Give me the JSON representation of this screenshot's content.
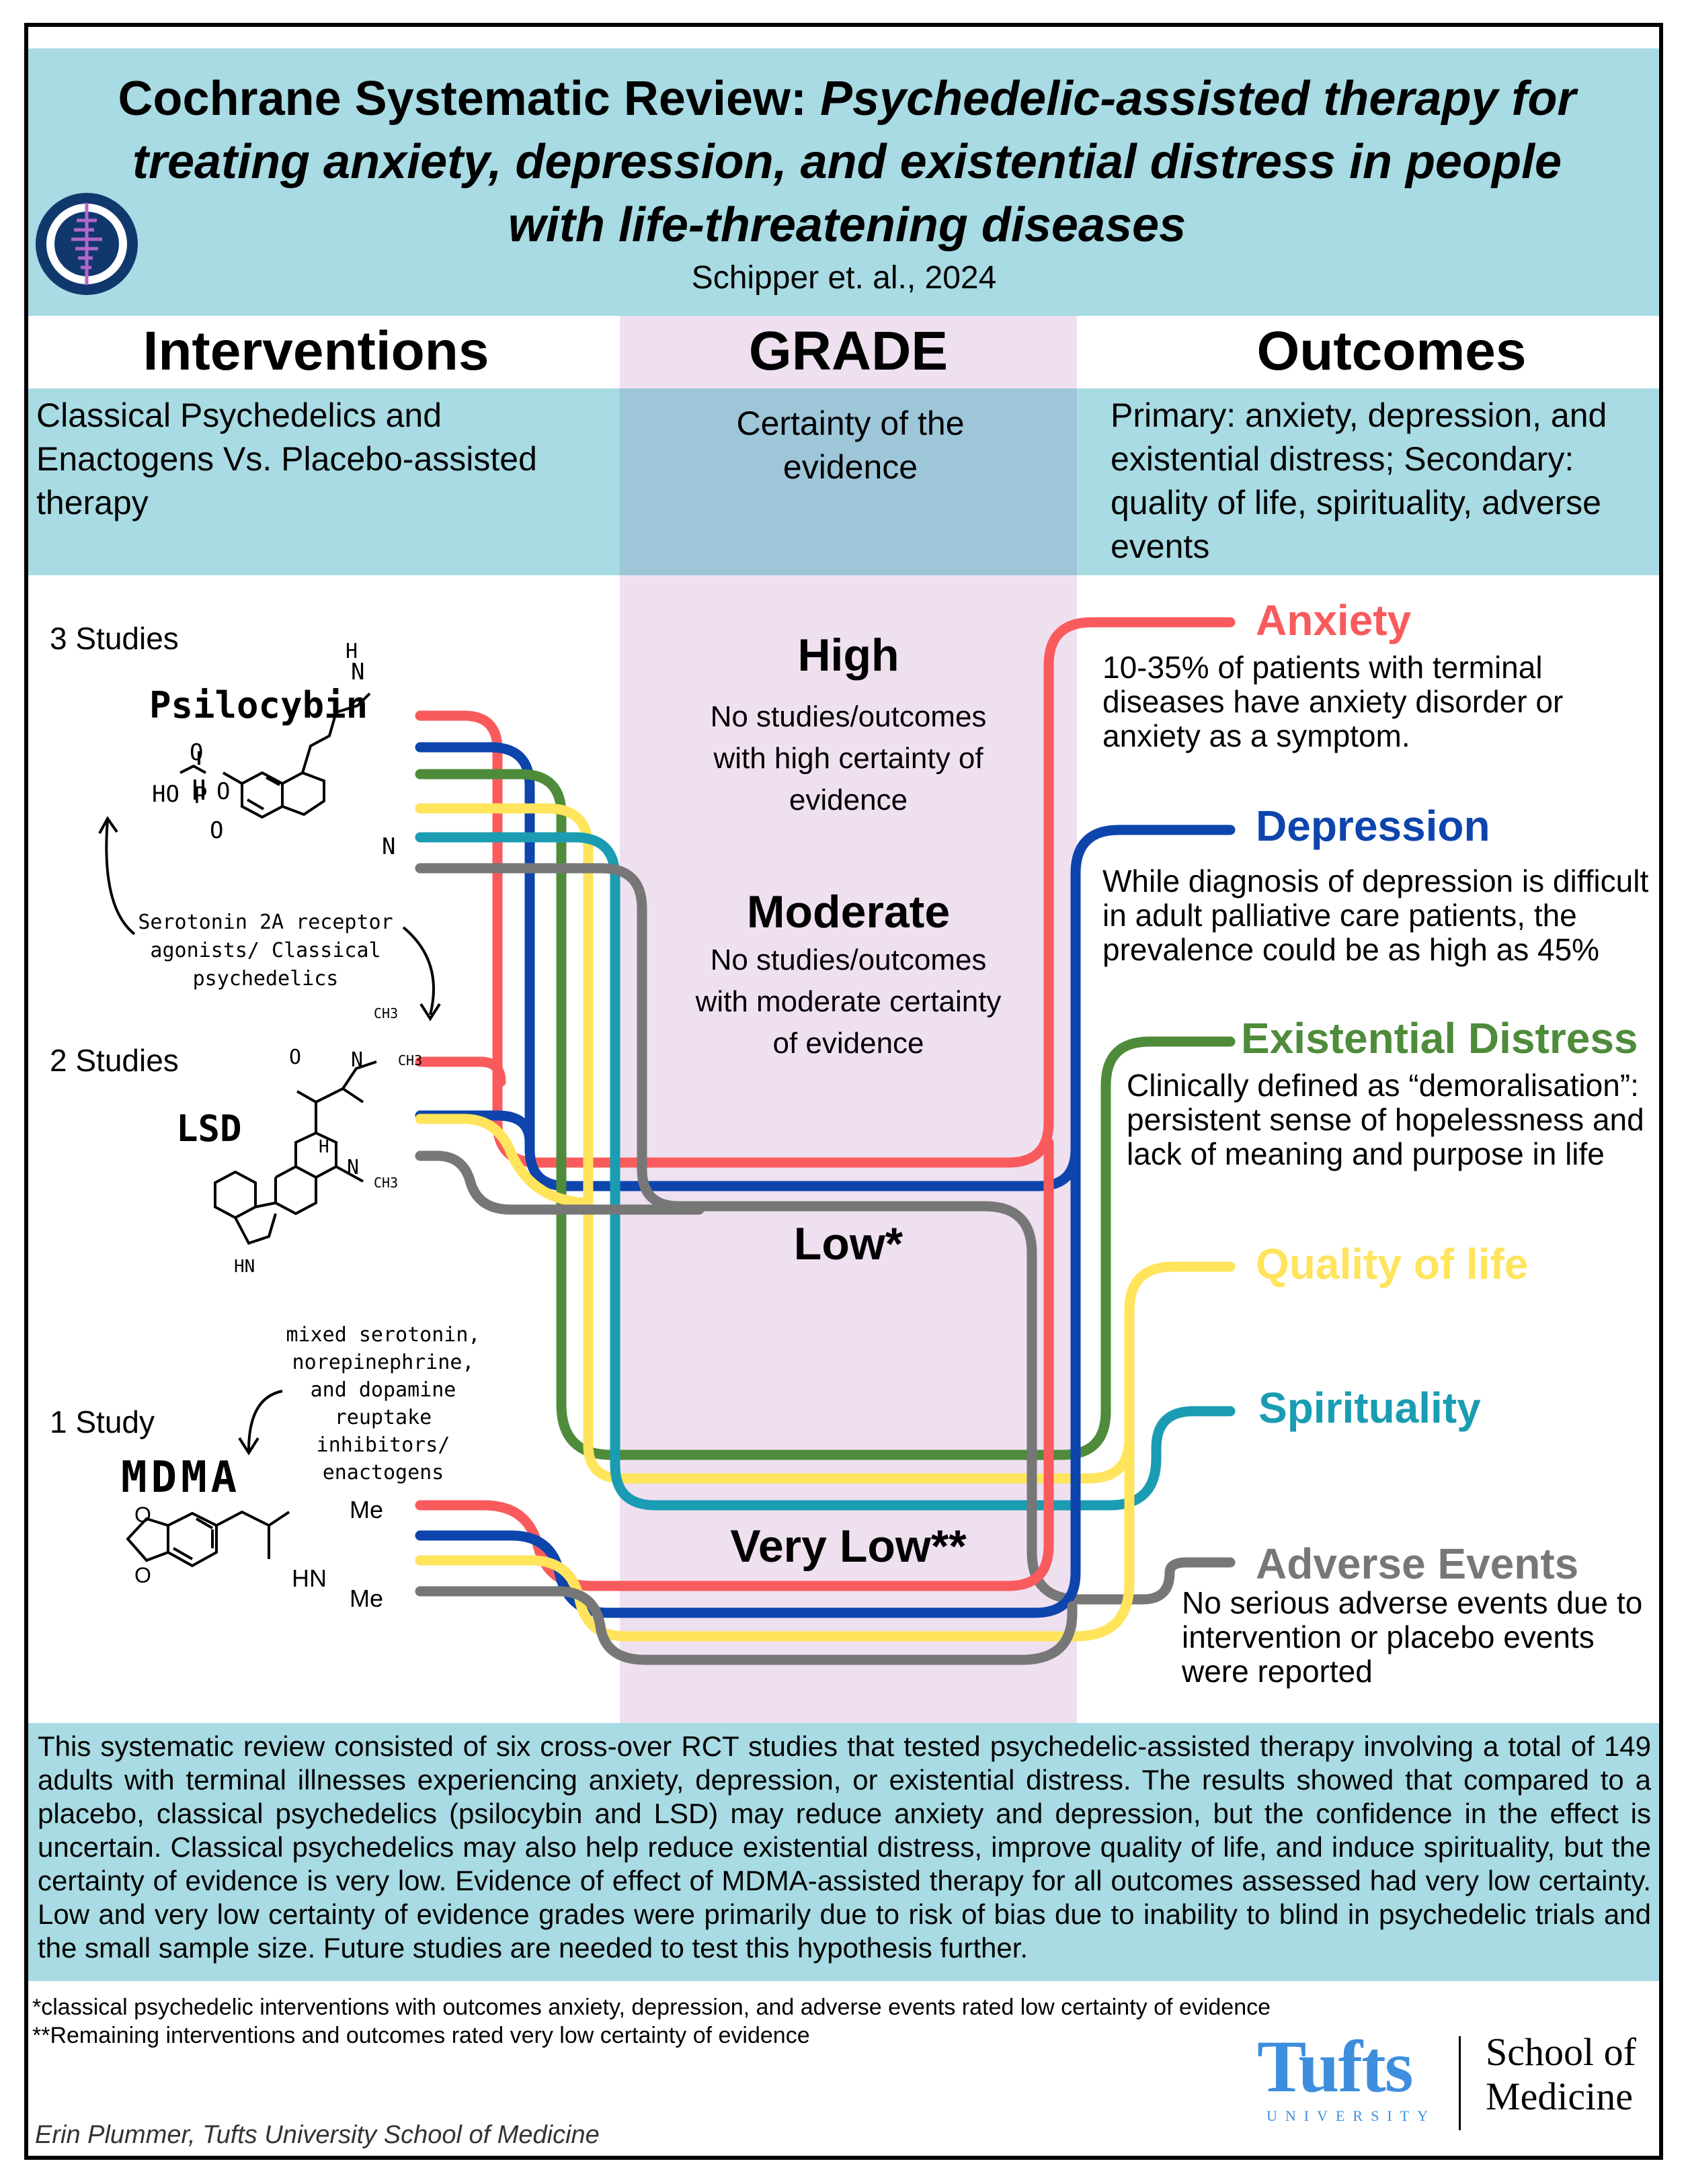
{
  "header": {
    "title_lead": "Cochrane Systematic Review: ",
    "title_line1": "Psychedelic-assisted therapy for",
    "title_line2": "treating anxiety, depression, and existential distress in people",
    "title_line3": "with life-threatening diseases",
    "citation": "Schipper et. al., 2024"
  },
  "columns": {
    "interventions": {
      "heading": "Interventions",
      "description": "Classical Psychedelics and Enactogens Vs. Placebo-assisted therapy"
    },
    "grade": {
      "heading": "GRADE",
      "description": "Certainty of the evidence"
    },
    "outcomes": {
      "heading": "Outcomes",
      "description": "Primary: anxiety, depression, and existential distress; Secondary: quality of life, spirituality, adverse events"
    }
  },
  "grade_levels": {
    "high": {
      "label": "High",
      "note": "No studies/outcomes with high certainty of evidence"
    },
    "moderate": {
      "label": "Moderate",
      "note": "No studies/outcomes with moderate certainty of evidence"
    },
    "low": {
      "label": "Low*"
    },
    "very_low": {
      "label": "Very Low**"
    }
  },
  "interventions": [
    {
      "name": "Psilocybin",
      "studies": "3 Studies"
    },
    {
      "name": "LSD",
      "studies": "2 Studies"
    },
    {
      "name": "MDMA",
      "studies": "1 Study"
    }
  ],
  "annotations": {
    "serotonin": "Serotonin 2A receptor agonists/ Classical psychedelics",
    "mdma_class": "mixed serotonin, norepinephrine, and dopamine reuptake inhibitors/ enactogens"
  },
  "chem_labels": {
    "ho": "HO",
    "p": "P",
    "o": "O",
    "n": "N",
    "h": "H",
    "ch3": "CH3",
    "hn": "HN",
    "me": "Me"
  },
  "outcomes": [
    {
      "name": "Anxiety",
      "color": "#f95b5d",
      "text": "10-35% of patients with terminal diseases have anxiety disorder or anxiety as a symptom."
    },
    {
      "name": "Depression",
      "color": "#0d45ad",
      "text": "While diagnosis of depression is difficult in adult palliative care patients, the prevalence could be as high as 45%"
    },
    {
      "name": "Existential Distress",
      "color": "#4e8b3a",
      "text": "Clinically defined as “demoralisation”: persistent sense of hopelessness and lack of meaning and purpose in life"
    },
    {
      "name": "Quality of life",
      "color": "#ffe45c",
      "text": ""
    },
    {
      "name": "Spirituality",
      "color": "#1a9cb2",
      "text": ""
    },
    {
      "name": "Adverse Events",
      "color": "#777777",
      "text": "No serious adverse events due to intervention or placebo events were reported"
    }
  ],
  "summary": "This systematic review consisted of six cross-over RCT studies that tested psychedelic-assisted therapy involving a total of 149 adults with terminal illnesses experiencing anxiety, depression, or existential distress. The results showed that compared to a placebo, classical psychedelics (psilocybin and LSD) may reduce anxiety and depression, but the confidence in the effect is uncertain. Classical psychedelics may also help reduce existential distress, improve quality of life, and induce spirituality, but the certainty of evidence is very low. Evidence of effect of MDMA-assisted therapy for all outcomes assessed had very low certainty. Low and very low certainty of evidence grades were primarily due to risk of bias due to inability to blind in psychedelic trials and the small sample size. Future studies are needed to test this hypothesis further.",
  "footnotes": {
    "low": "*classical psychedelic interventions with outcomes anxiety, depression, and adverse events rated low certainty of evidence",
    "very_low": "**Remaining interventions and outcomes rated very low certainty of evidence"
  },
  "author": "Erin Plummer, Tufts University School of Medicine",
  "logo": {
    "tufts": "Tufts",
    "university": "UNIVERSITY",
    "school_line1": "School of",
    "school_line2": "Medicine"
  },
  "colors": {
    "band": "#a8dbe3",
    "grade_column": "#efe0f0",
    "tag": "#f9b4b0",
    "tufts_blue": "#3e8ede"
  }
}
